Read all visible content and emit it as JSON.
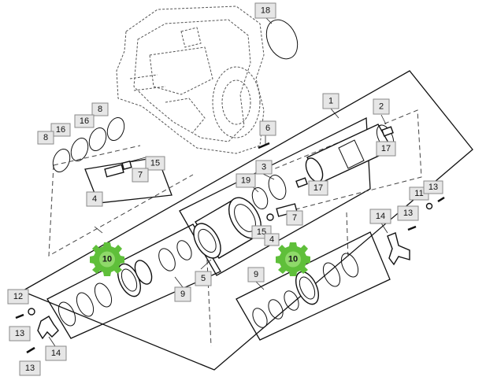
{
  "labels": {
    "c18": "18",
    "c1": "1",
    "c2": "2",
    "c8a": "8",
    "c8b": "8",
    "c16a": "16",
    "c16b": "16",
    "c6": "6",
    "c15a": "15",
    "c7a": "7",
    "c4a": "4",
    "c17a": "17",
    "c3": "3",
    "c19": "19",
    "c17b": "17",
    "c7b": "7",
    "c15b": "15",
    "c4b": "4",
    "c11": "11",
    "c13a": "13",
    "c13b": "13",
    "c14a": "14",
    "c10a": "10",
    "c10b": "10",
    "c5": "5",
    "c9a": "9",
    "c9b": "9",
    "c12": "12",
    "c13c": "13",
    "c13d": "13",
    "c14b": "14"
  },
  "colors": {
    "highlight_gear": "#5fbf3a",
    "callout_fill": "#e6e6e6"
  }
}
